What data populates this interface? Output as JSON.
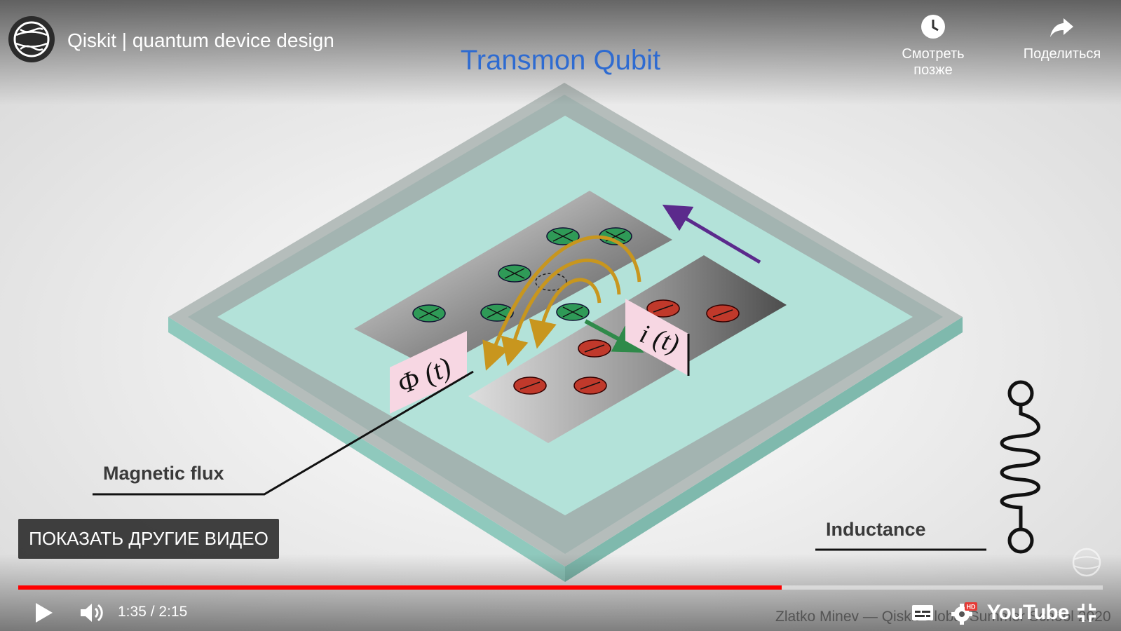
{
  "video": {
    "title": "Qiskit | quantum device design",
    "channel_avatar_icon": "qiskit-globe-icon"
  },
  "top_actions": {
    "watch_later": {
      "label": "Смотреть позже",
      "icon": "clock-icon"
    },
    "share": {
      "label": "Поделиться",
      "icon": "share-arrow-icon"
    }
  },
  "slide": {
    "title": "Transmon Qubit",
    "phi_label": "Φ (t)",
    "current_label": "i (t)",
    "magnetic_flux_label": "Magnetic flux",
    "inductance_label": "Inductance",
    "credit": "Zlatko Minev — Qiskit Global Summer School 2020"
  },
  "overlay": {
    "more_videos_label": "ПОКАЗАТЬ ДРУГИЕ ВИДЕО"
  },
  "controls": {
    "current_time": "1:35",
    "separator": " / ",
    "duration": "2:15",
    "progress_fraction": 0.7037,
    "youtube_label": "YouTube",
    "hd_badge": "HD",
    "progress_color": "#ff0000"
  },
  "colors": {
    "title_blue": "#2e6bd1",
    "substrate": "#a8dcd2",
    "frame": "#b8b8b8",
    "green_charge": "#2f9a57",
    "red_charge": "#c0392b",
    "field_arrow": "#c8961e",
    "current_arrow": "#5b2a8c"
  }
}
